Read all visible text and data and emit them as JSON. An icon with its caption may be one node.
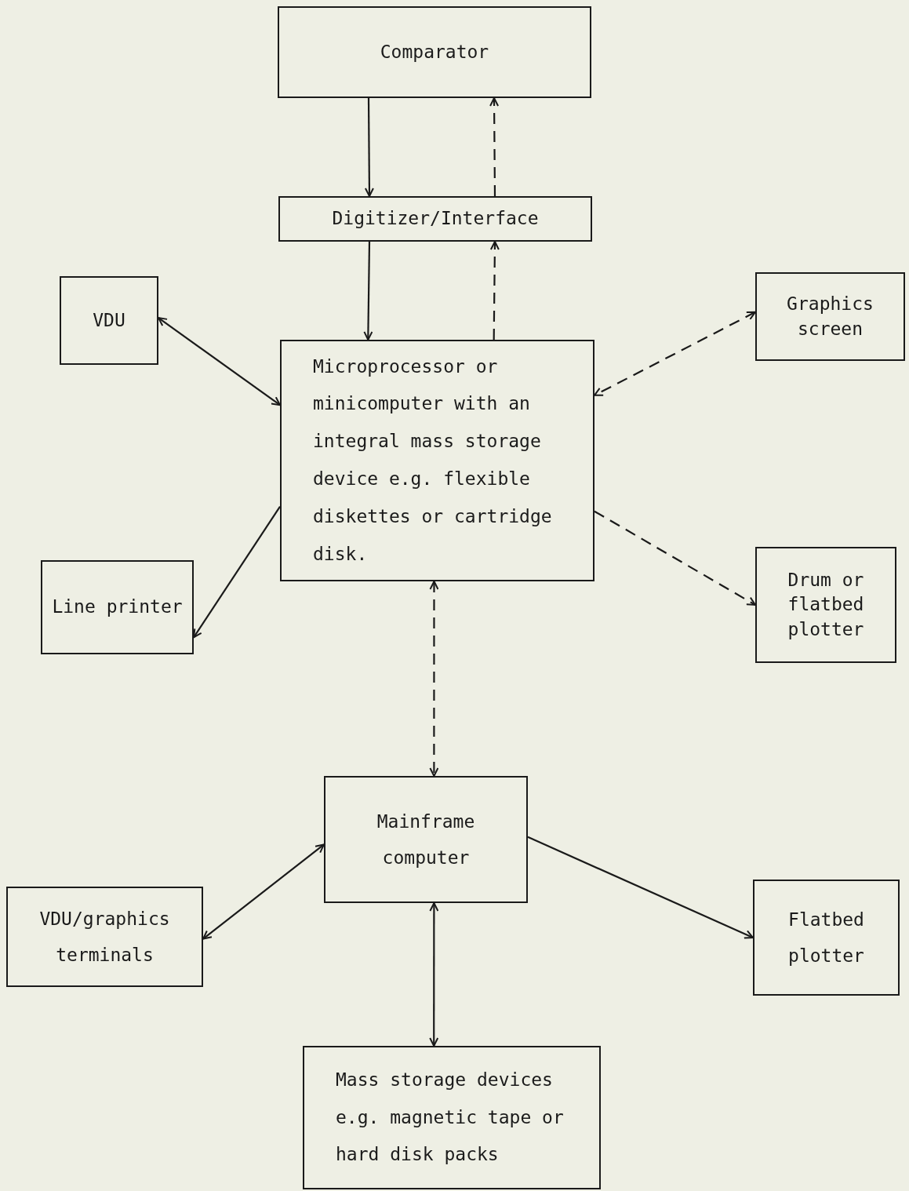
{
  "diagram": {
    "nodes": [
      {
        "text": [
          "Comparator"
        ]
      },
      {
        "text": [
          "Digitizer/Interface"
        ]
      },
      {
        "text": [
          "VDU"
        ]
      },
      {
        "text": [
          "Graphics screen"
        ]
      },
      {
        "text": [
          "Microprocessor or minicomputer with an integral mass storage device e.g. flexible diskettes or cartridge disk."
        ]
      },
      {
        "text": [
          "Line printer"
        ]
      },
      {
        "text": [
          "Drum or flatbed plotter"
        ]
      },
      {
        "text": [
          "Mainframe computer"
        ]
      },
      {
        "text": [
          "VDU/graphics terminals"
        ]
      },
      {
        "text": [
          "Flatbed plotter"
        ]
      },
      {
        "text": [
          "Mass storage devices e.g. magnetic tape or hard disk packs"
        ]
      }
    ],
    "edges": [
      {
        "from": 0,
        "to": 1,
        "arrow": "to"
      },
      {
        "from": 1,
        "to": 0,
        "arrow": "to",
        "style": "dashed"
      },
      {
        "from": 1,
        "to": 4,
        "arrow": "to"
      },
      {
        "from": 4,
        "to": 1,
        "arrow": "to",
        "style": "dashed"
      },
      {
        "from": 2,
        "to": 4,
        "arrow": "both"
      },
      {
        "from": 3,
        "to": 4,
        "arrow": "both",
        "style": "dashed"
      },
      {
        "from": 4,
        "to": 5,
        "arrow": "to"
      },
      {
        "from": 4,
        "to": 6,
        "arrow": "to",
        "style": "dashed"
      },
      {
        "from": 4,
        "to": 7,
        "arrow": "both",
        "style": "dashed"
      },
      {
        "from": 7,
        "to": 8,
        "arrow": "both"
      },
      {
        "from": 7,
        "to": 9,
        "arrow": "to"
      },
      {
        "from": 7,
        "to": 10,
        "arrow": "both"
      }
    ]
  }
}
